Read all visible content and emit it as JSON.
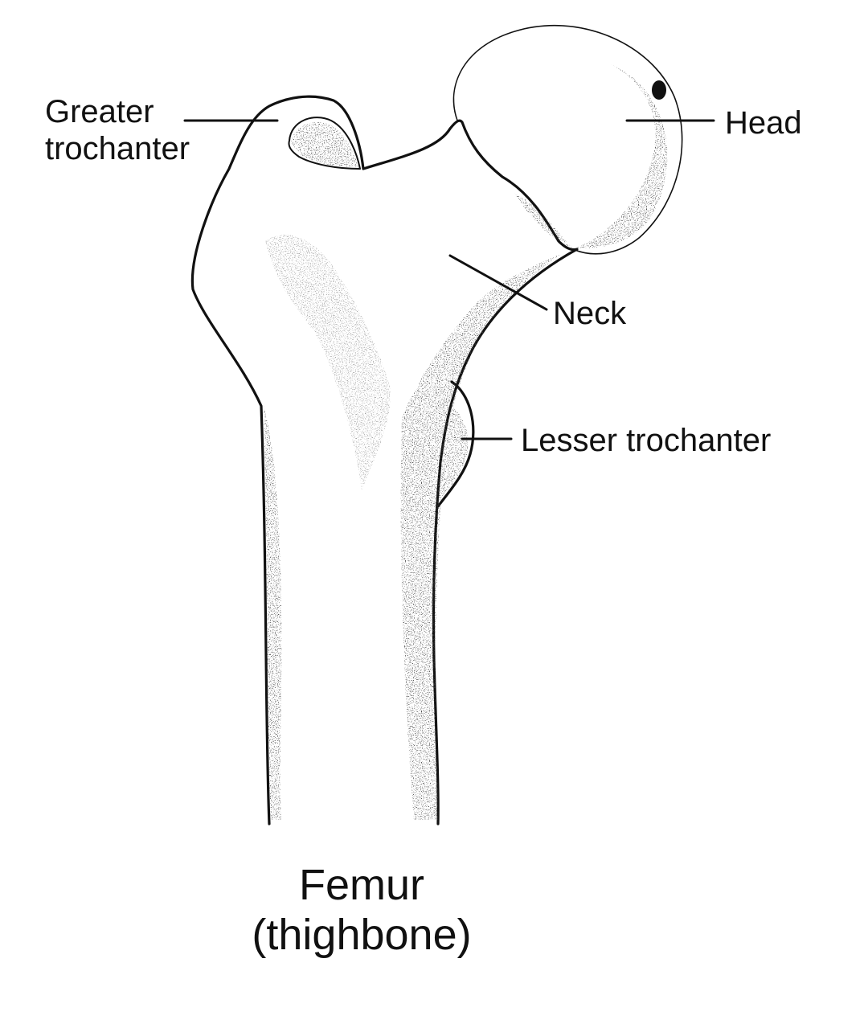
{
  "labels": {
    "greater_trochanter_line1": "Greater",
    "greater_trochanter_line2": "trochanter",
    "head": "Head",
    "neck": "Neck",
    "lesser_trochanter": "Lesser trochanter"
  },
  "caption": {
    "line1": "Femur",
    "line2": "(thighbone)"
  },
  "colors": {
    "ink": "#111111",
    "background": "#ffffff"
  }
}
